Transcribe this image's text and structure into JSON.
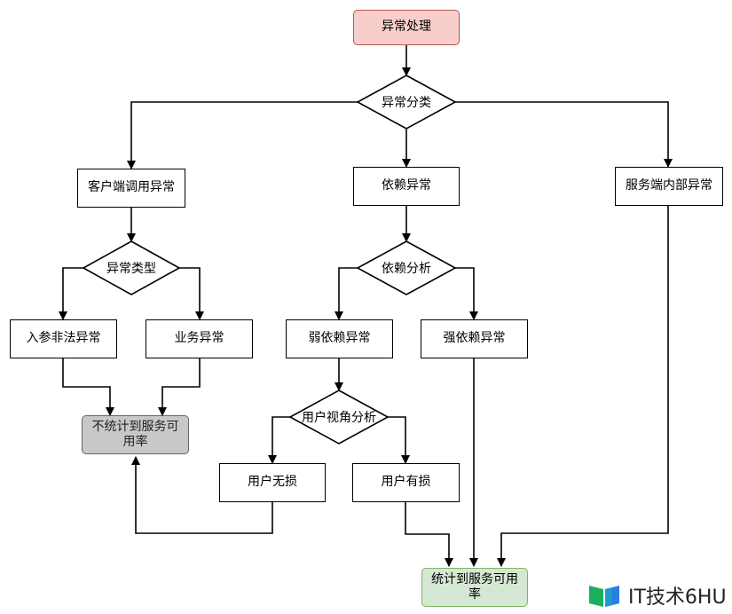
{
  "nodes": {
    "start": "异常处理",
    "classify": "异常分类",
    "client_error": "客户端调用异常",
    "dependency_error": "依赖异常",
    "server_internal_error": "服务端内部异常",
    "error_type": "异常类型",
    "dependency_analysis": "依赖分析",
    "illegal_input_error": "入参非法异常",
    "business_error": "业务异常",
    "weak_dependency_error": "弱依赖异常",
    "strong_dependency_error": "强依赖异常",
    "user_perspective": "用户视角分析",
    "user_no_loss": "用户无损",
    "user_loss": "用户有损",
    "not_counted": "不统计到服务可用率",
    "counted": "统计到服务可用率"
  },
  "colors": {
    "start_fill": "#f8cecc",
    "start_border": "#b85450",
    "grey_fill": "#c8c8c8",
    "green_fill": "#d5e8d4",
    "green_border": "#82b366",
    "watermark_green": "#1aaf5d",
    "watermark_blue": "#2a7de1"
  },
  "watermark": {
    "text": "IT技术6HU",
    "icon": "book-logo-icon"
  }
}
